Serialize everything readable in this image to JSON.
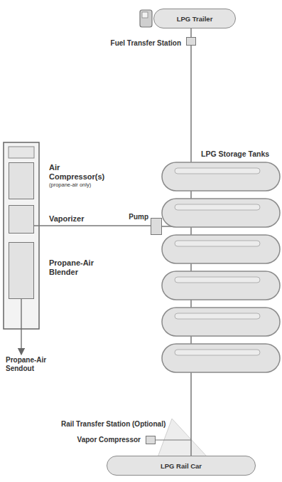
{
  "diagram": {
    "nodes": [
      {
        "text": [
          "LPG Trailer"
        ]
      },
      {
        "text": [
          "Fuel Transfer Station"
        ]
      },
      {
        "text": [
          "Air Compressor(s)",
          "(propane-air only)"
        ]
      },
      {
        "text": [
          "Vaporizer"
        ]
      },
      {
        "text": [
          "Propane-Air Blender"
        ]
      },
      {
        "text": [
          "Pump"
        ]
      },
      {
        "text": [
          "Vapor Compressor"
        ]
      },
      {
        "text": [
          "LPG Rail Car"
        ]
      }
    ],
    "edges": [
      {
        "from": 0,
        "to": 1,
        "arrow": "none"
      },
      {
        "from": 3,
        "to": 5,
        "arrow": "none"
      }
    ],
    "labels": [
      "LPG Storage Tanks",
      "Propane-Air Sendout",
      "Rail Transfer Station (Optional)"
    ]
  }
}
